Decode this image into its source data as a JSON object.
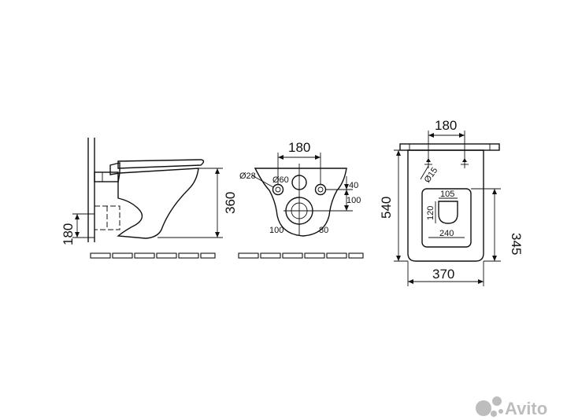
{
  "side_view": {
    "height_360": "360",
    "height_180": "180"
  },
  "back_view": {
    "width_180": "180",
    "dia_28": "Ø28",
    "dia_60": "Ø60",
    "dim_40": "40",
    "dim_100_right": "100",
    "dim_100_bottom": "100",
    "dim_80": "80"
  },
  "top_view": {
    "width_180": "180",
    "dia_15": "Ø15",
    "length_540": "540",
    "dim_345": "345",
    "width_370": "370",
    "seat_105": "105",
    "seat_120": "120",
    "seat_240": "240"
  },
  "watermark": {
    "brand": "Avito",
    "icon": "avito-logo-icon"
  }
}
